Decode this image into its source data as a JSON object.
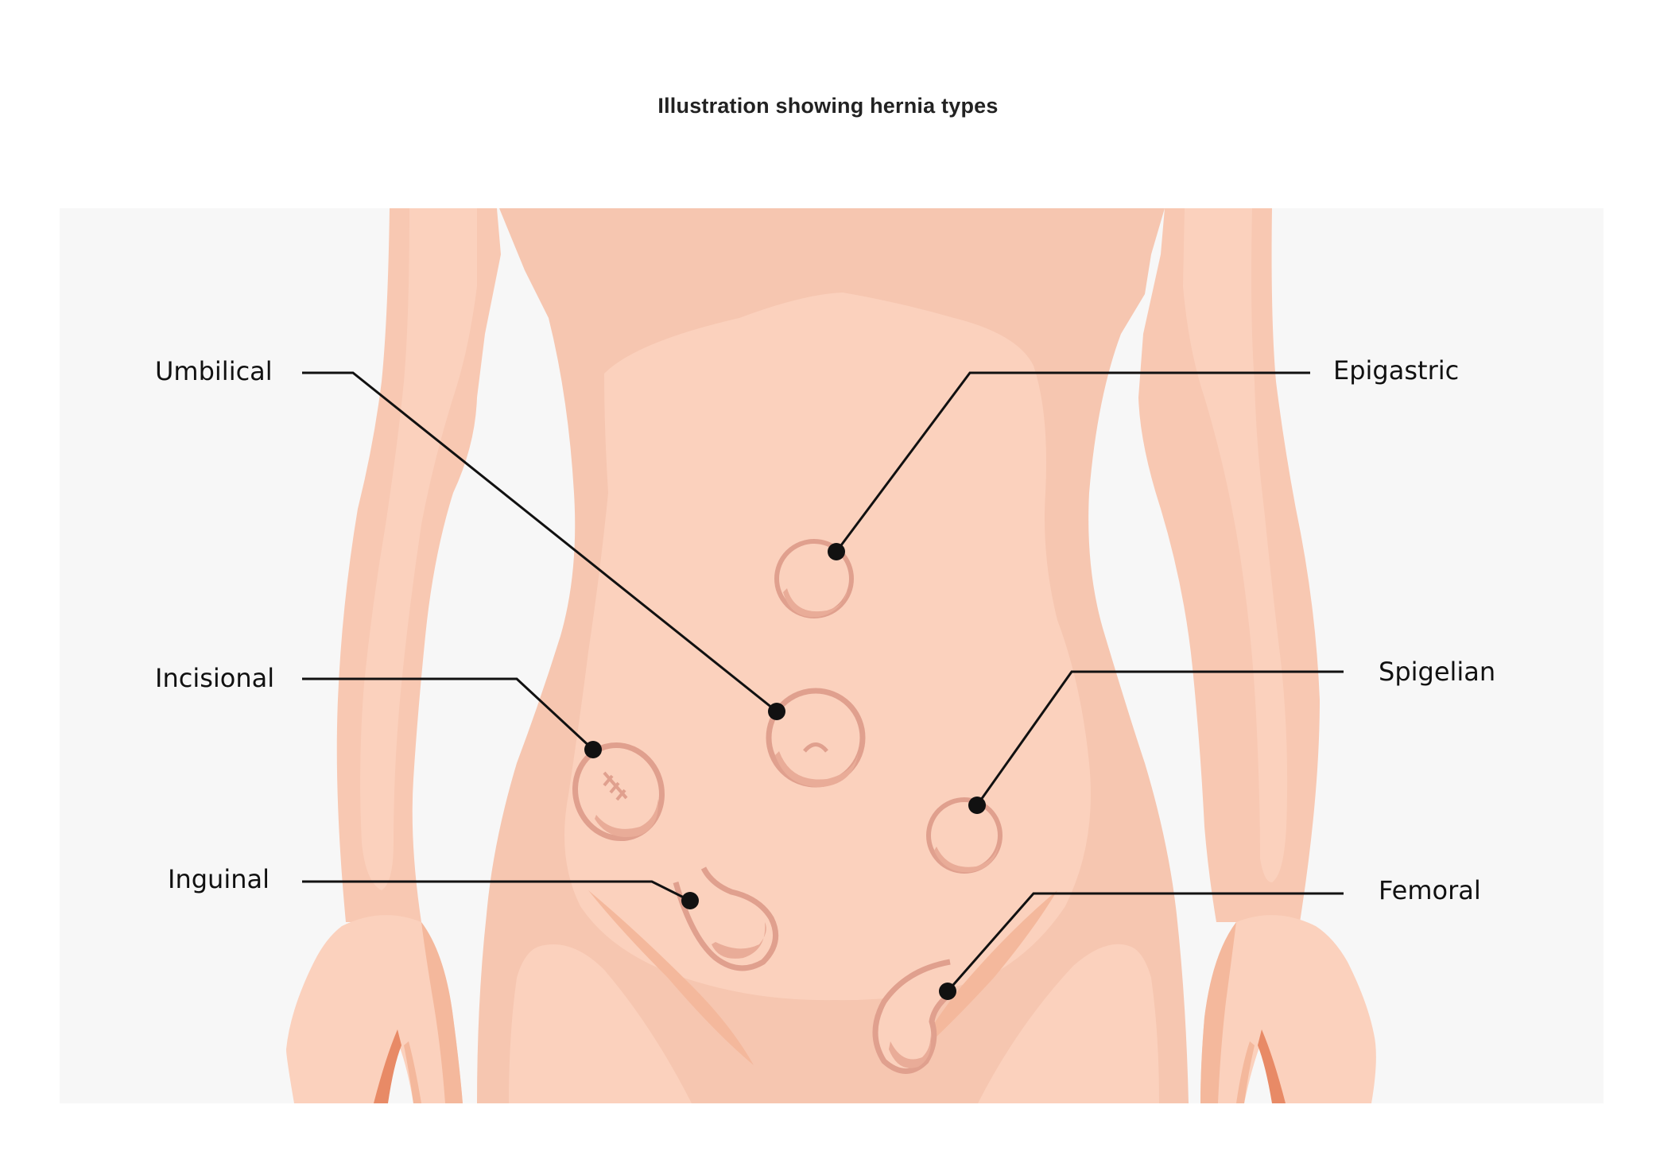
{
  "title": "Illustration showing hernia types",
  "labels": {
    "umbilical": "Umbilical",
    "incisional": "Incisional",
    "inguinal": "Inguinal",
    "epigastric": "Epigastric",
    "spigelian": "Spigelian",
    "femoral": "Femoral"
  },
  "colors": {
    "panel_background": "#f7f7f7",
    "skin_light": "#fbd1bd",
    "skin_mid": "#f6c6b0",
    "skin_shadow": "#f4b89c",
    "hernia_outline": "#e0a08e",
    "accent_dark": "#e88a66",
    "leader_line": "#111111"
  }
}
